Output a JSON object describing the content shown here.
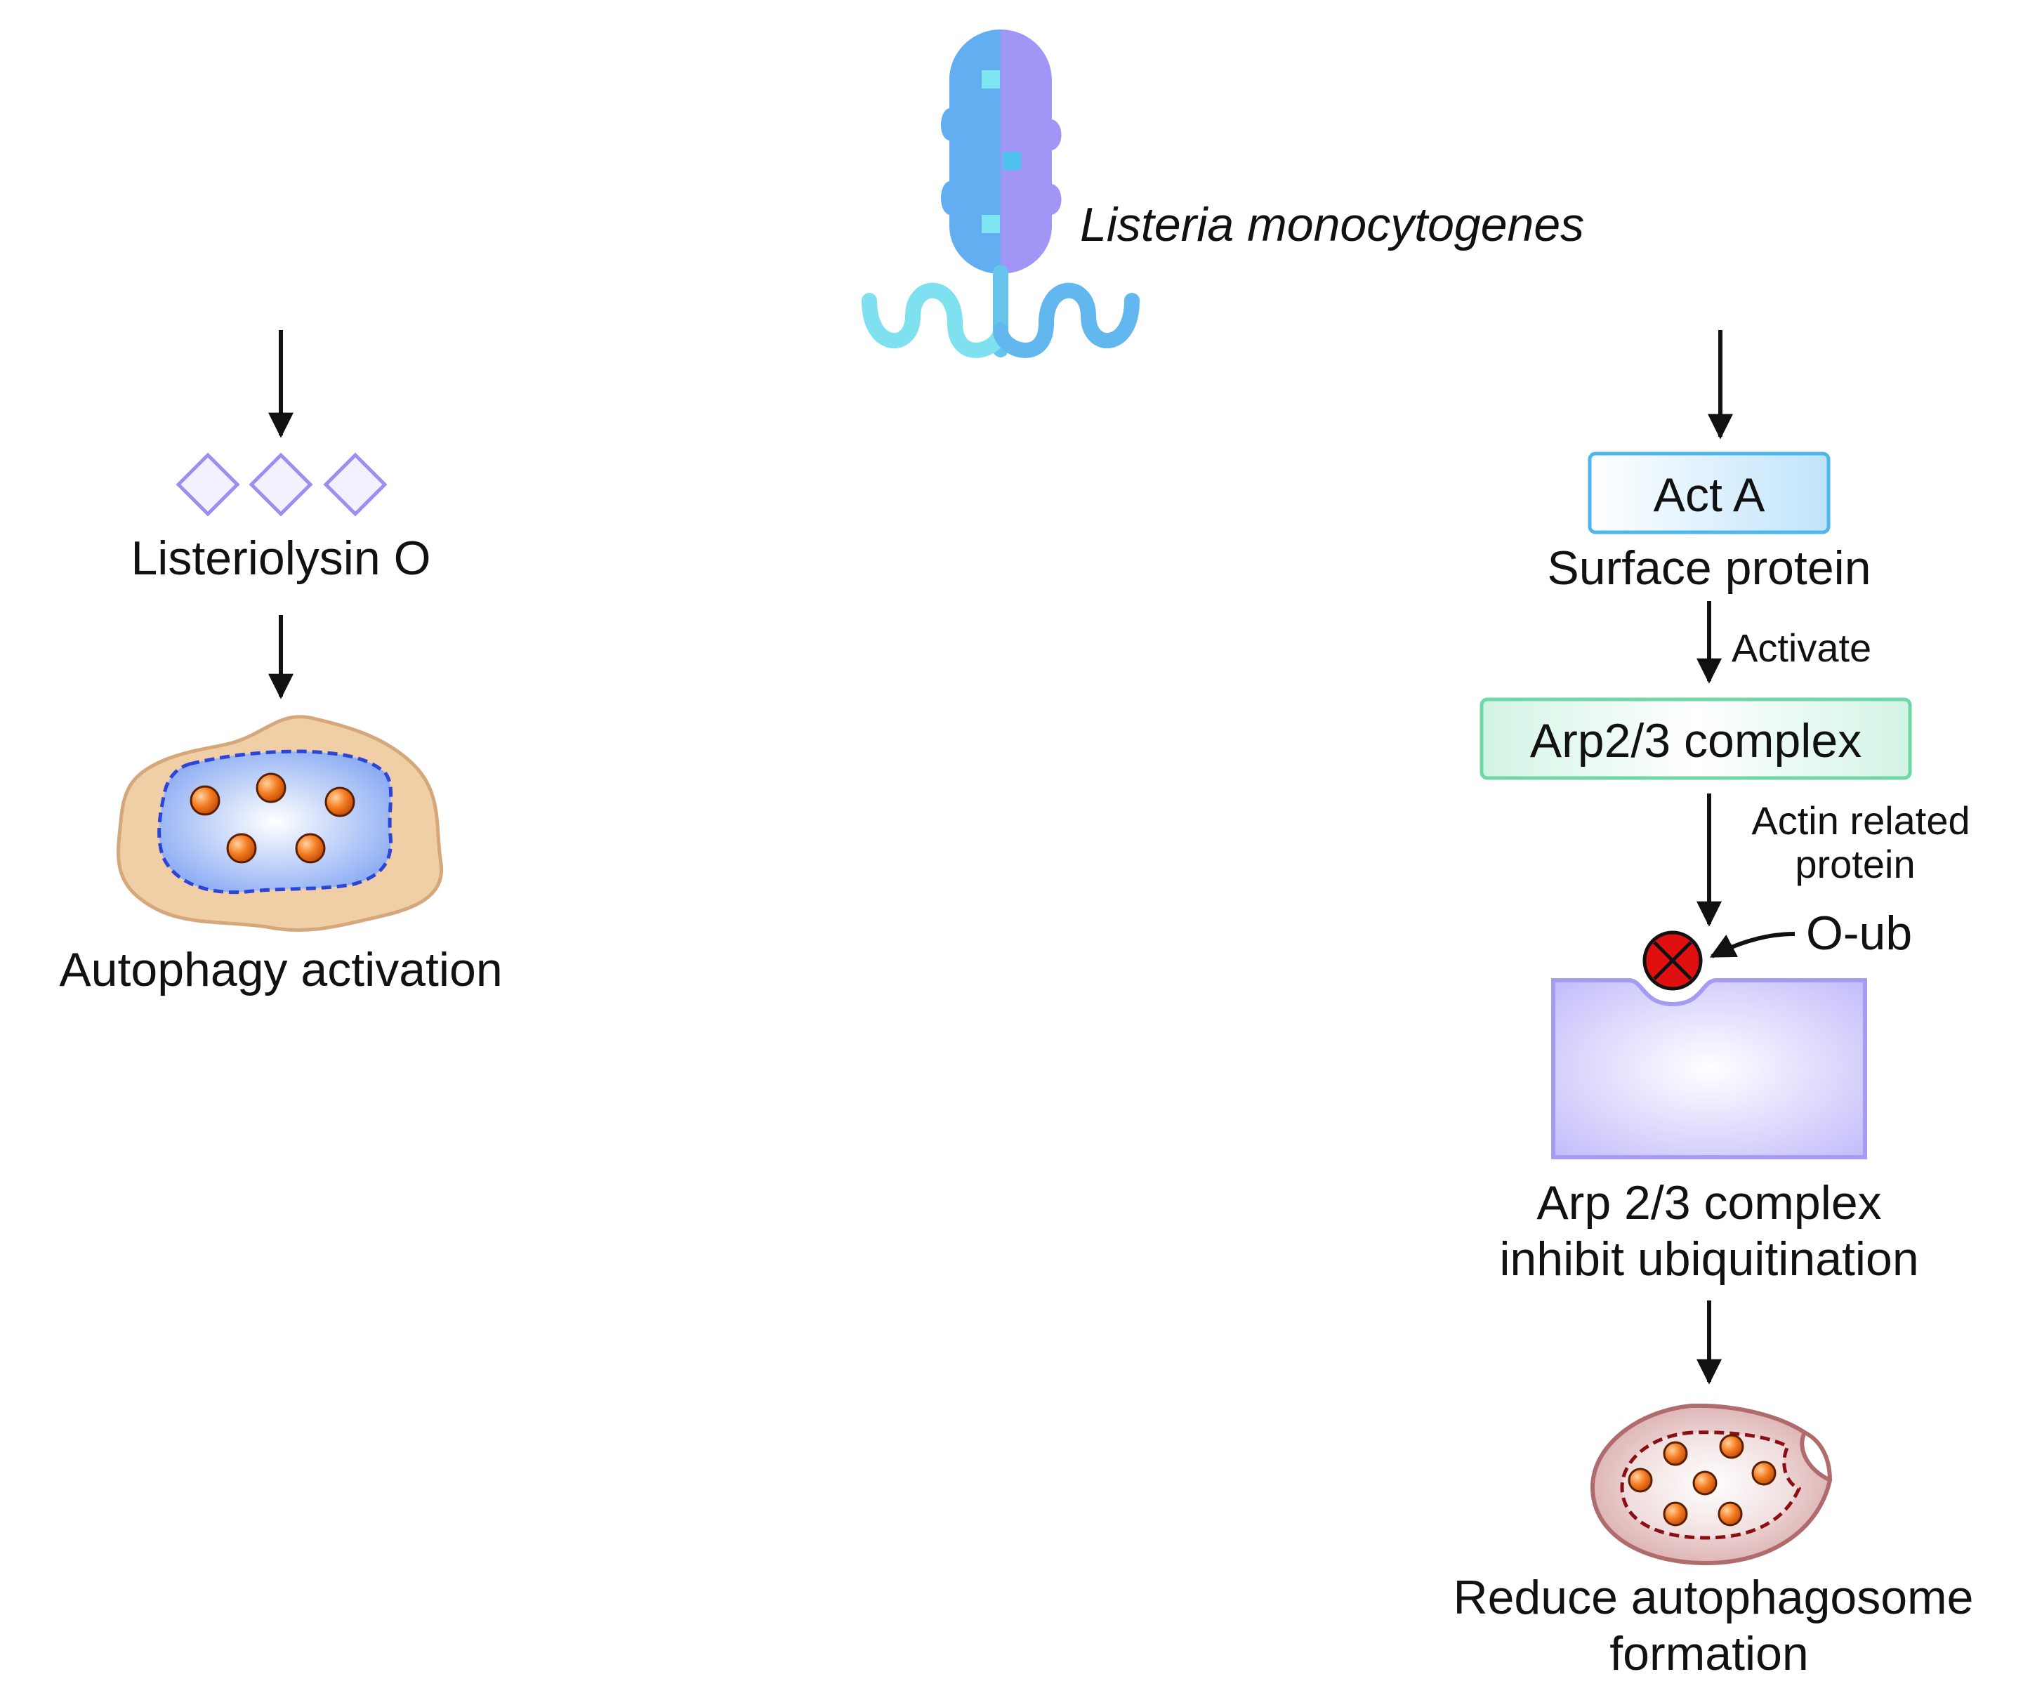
{
  "organism": {
    "name": "Listeria monocytogenes"
  },
  "left_branch": {
    "toxin_label": "Listeriolysin O",
    "outcome_label": "Autophagy activation"
  },
  "right_branch": {
    "box1_label": "Act A",
    "box1_caption": "Surface protein",
    "arrow1_label": "Activate",
    "box2_label": "Arp2/3 complex",
    "arrow2_label_line1": "Actin related",
    "arrow2_label_line2": "protein",
    "ubiquitin_label": "O-ub",
    "receptor_caption_line1": "Arp 2/3 complex",
    "receptor_caption_line2": "inhibit ubiquitination",
    "outcome_line1": "Reduce autophagosome",
    "outcome_line2": "formation"
  },
  "colors": {
    "bacterium_left": "#62aef0",
    "bacterium_right": "#a195f6",
    "flagella": "#7fe0f0",
    "actA_box_border": "#4fb6ec",
    "arp_box_border": "#6fd8a6",
    "receptor": "#b9b3fb",
    "inhibit_marker": "#e01010",
    "cell_outer": "#f1cfa6",
    "vesicle": "#86a8f3",
    "granule": "#ef6a18",
    "autophagosome": "#c69090"
  }
}
